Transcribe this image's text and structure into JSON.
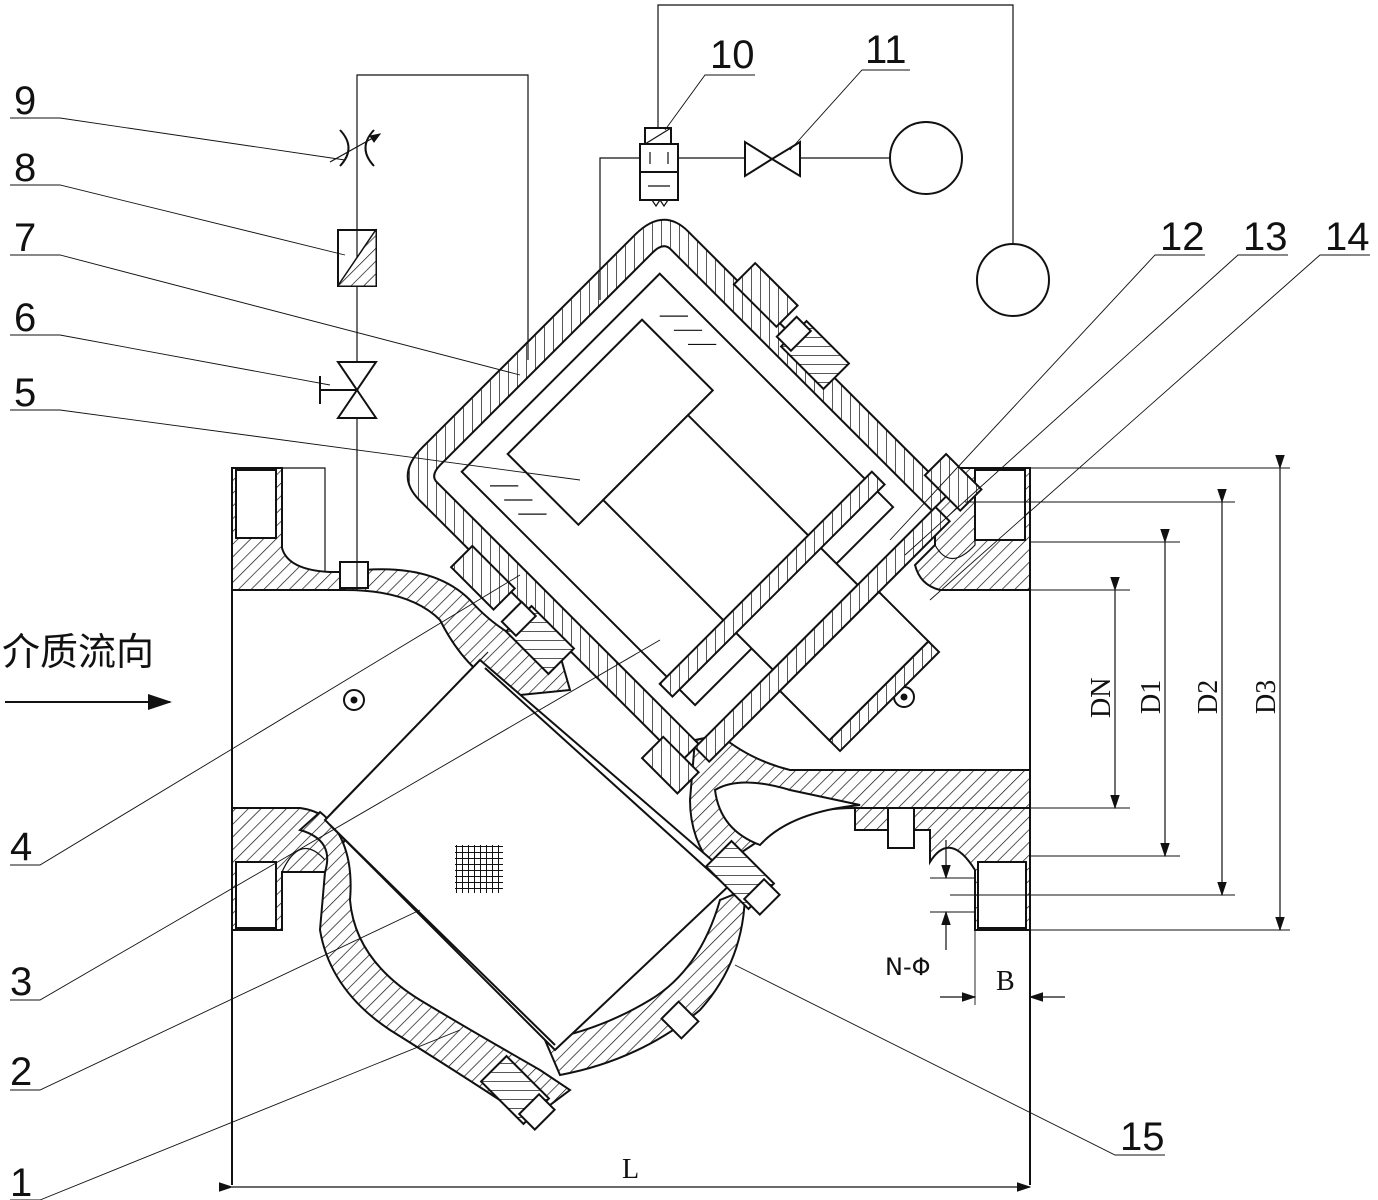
{
  "diagram": {
    "part_numbers": [
      "1",
      "2",
      "3",
      "4",
      "5",
      "6",
      "7",
      "8",
      "9",
      "10",
      "11",
      "12",
      "13",
      "14",
      "15"
    ],
    "dimensions": {
      "dn": "DN",
      "d1": "D1",
      "d2": "D2",
      "d3": "D3",
      "length": "L",
      "flange_thickness": "B",
      "bolt_holes": "N-Φ"
    },
    "flow_direction": "介质流向",
    "colors": {
      "line": "#111111",
      "background": "#ffffff"
    }
  }
}
